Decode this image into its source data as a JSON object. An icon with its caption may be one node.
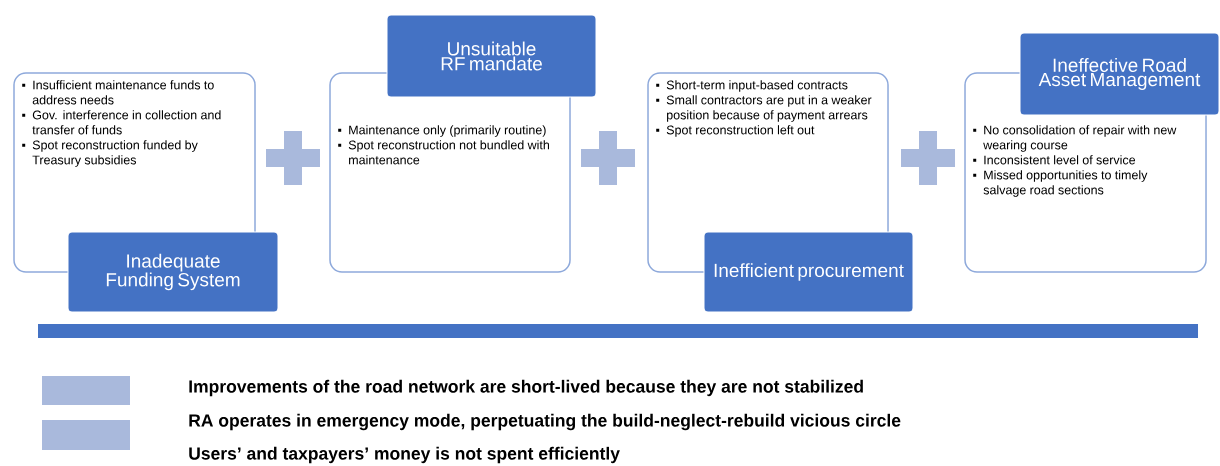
{
  "diagram": {
    "nodes": [
      {
        "text": [
          "Insufficient maintenance funds to address needs",
          "Gov. interference in collection and transfer of funds",
          "Spot reconstruction funded by Treasury subsidies"
        ]
      },
      {
        "text": [
          "Inadequate Funding System"
        ]
      },
      {
        "text": [
          "Unsuitable RF mandate"
        ]
      },
      {
        "text": [
          "Maintenance only (primarily routine)",
          "Spot reconstruction not bundled with maintenance"
        ]
      },
      {
        "text": [
          "Short-term input-based contracts",
          "Small contractors are put in a weaker position because of payment arrears",
          "Spot reconstruction left out"
        ]
      },
      {
        "text": [
          "Inefficient procurement"
        ]
      },
      {
        "text": [
          "Ineffective Road Asset Management"
        ]
      },
      {
        "text": [
          "No consolidation of repair with new wearing course",
          "Inconsistent level of service",
          "Missed opportunities to timely salvage road sections"
        ]
      },
      {
        "text": [],
        "shape": "bar"
      }
    ],
    "labels": [
      "Improvements of the road network are short-lived because they are not stabilized",
      "RA operates in emergency mode, perpetuating the build-neglect-rebuild vicious circle",
      "Users’ and taxpayers’ money is not spent efficiently"
    ]
  }
}
